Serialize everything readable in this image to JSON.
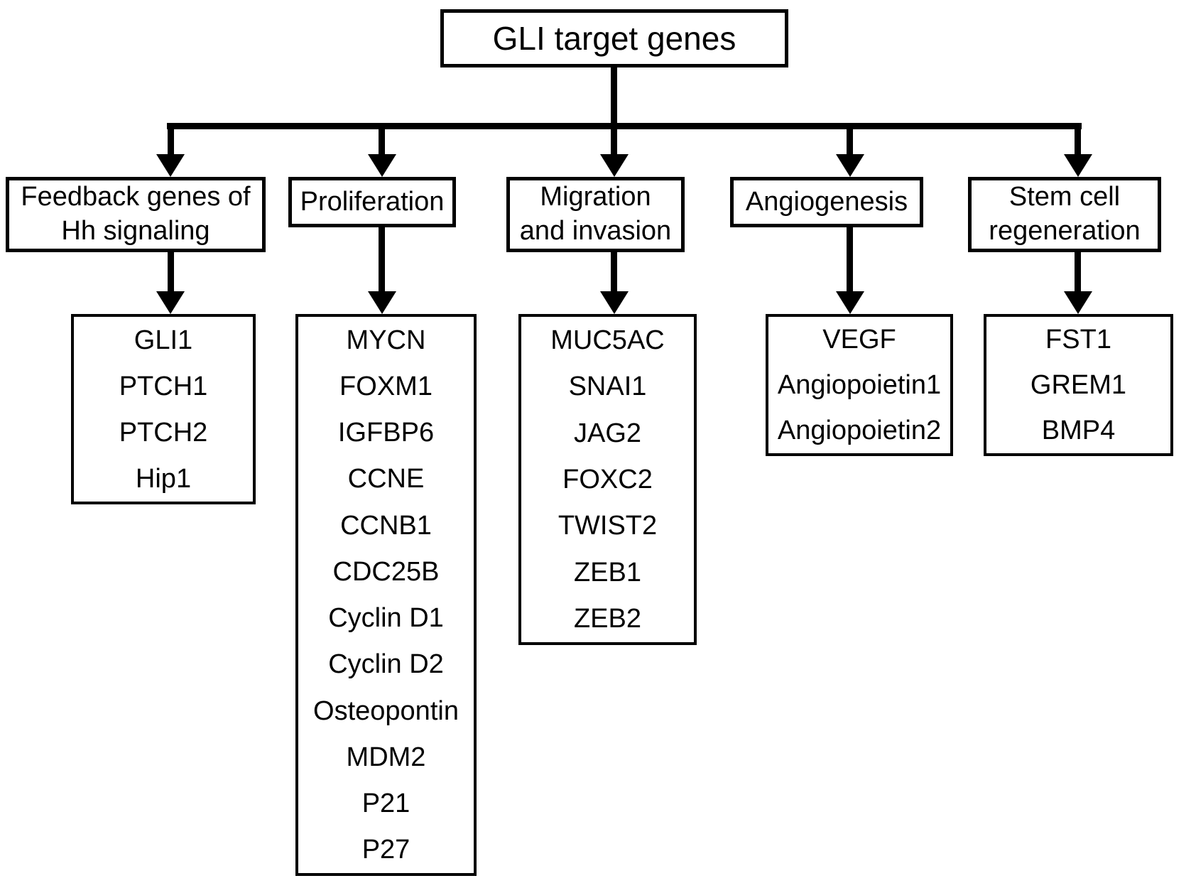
{
  "title": "GLI target genes",
  "categories": [
    {
      "label": "Feedback genes of\nHh signaling",
      "genes": [
        "GLI1",
        "PTCH1",
        "PTCH2",
        "Hip1"
      ]
    },
    {
      "label": "Proliferation",
      "genes": [
        "MYCN",
        "FOXM1",
        "IGFBP6",
        "CCNE",
        "CCNB1",
        "CDC25B",
        "Cyclin D1",
        "Cyclin D2",
        "Osteopontin",
        "MDM2",
        "P21",
        "P27"
      ]
    },
    {
      "label": "Migration\nand invasion",
      "genes": [
        "MUC5AC",
        "SNAI1",
        "JAG2",
        "FOXC2",
        "TWIST2",
        "ZEB1",
        "ZEB2"
      ]
    },
    {
      "label": "Angiogenesis",
      "genes": [
        "VEGF",
        "Angiopoietin1",
        "Angiopoietin2"
      ]
    },
    {
      "label": "Stem cell\nregeneration",
      "genes": [
        "FST1",
        "GREM1",
        "BMP4"
      ]
    }
  ],
  "colors": {
    "background": "#ffffff",
    "line": "#000000",
    "text": "#000000"
  }
}
